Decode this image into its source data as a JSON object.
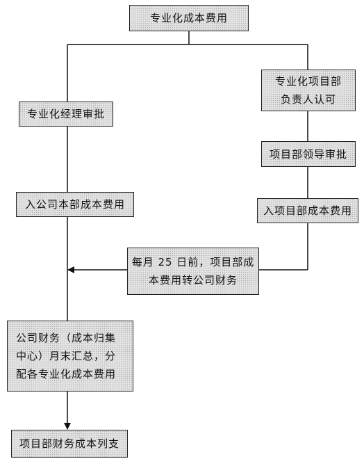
{
  "flowchart": {
    "top": "专业化成本费用",
    "right_approval": [
      "专业化项目部",
      "负责人认可"
    ],
    "left_approval": "专业化经理审批",
    "dept_leader_approval": "项目部领导审批",
    "left_entry": "入公司本部成本费用",
    "right_entry": "入项目部成本费用",
    "transfer": [
      "每月 25 日前，项目部成",
      "本费用转公司财务"
    ],
    "finance": [
      "公司财务（成本归集",
      "中心）月末汇总，分",
      "配各专业化成本费用"
    ],
    "final": "项目部财务成本列支"
  }
}
